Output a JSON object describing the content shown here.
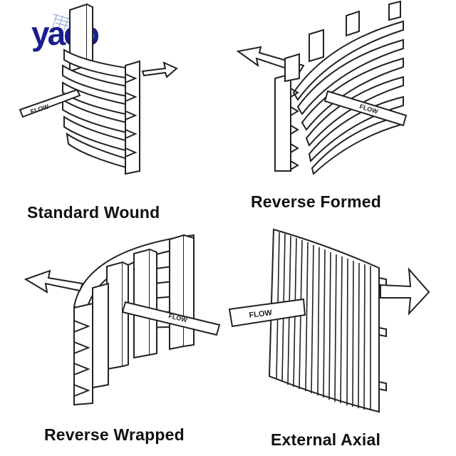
{
  "logo": {
    "text": "yaco",
    "color": "#1a1f8c"
  },
  "panels": [
    {
      "caption": "Standard Wound",
      "flow_label": "FLOW"
    },
    {
      "caption": "Reverse Formed",
      "flow_label": "FLOW"
    },
    {
      "caption": "Reverse Wrapped",
      "flow_label": "FLOW"
    },
    {
      "caption": "External Axial",
      "flow_label": "FLOW"
    }
  ],
  "colors": {
    "line": "#222222",
    "fill": "#ffffff",
    "slot": "#e6e6e6"
  }
}
